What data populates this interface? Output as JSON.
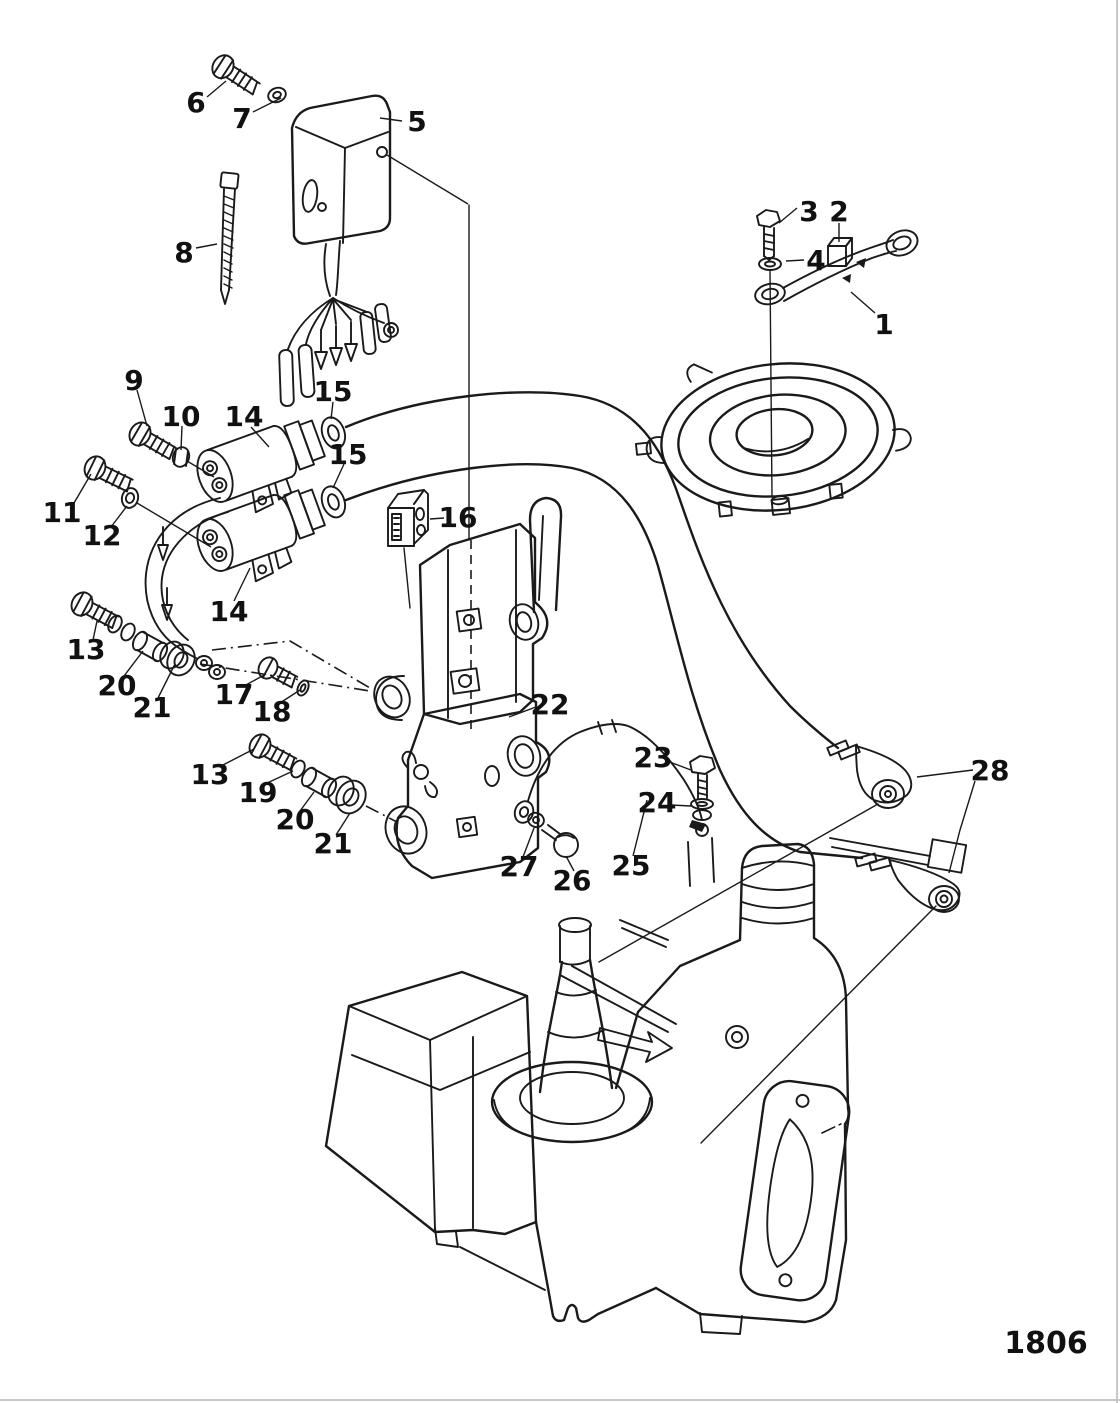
{
  "page": {
    "page_number": "1806",
    "background": "#ffffff",
    "ink_color": "#1a1a1a",
    "edge_color": "#c9c9c9",
    "description": "Exploded-view line-art parts diagram of outboard motor electrical components with numbered callouts"
  },
  "callouts": [
    {
      "label": "6"
    },
    {
      "label": "7"
    },
    {
      "label": "5"
    },
    {
      "label": "8"
    },
    {
      "label": "3"
    },
    {
      "label": "2"
    },
    {
      "label": "4"
    },
    {
      "label": "1"
    },
    {
      "label": "9"
    },
    {
      "label": "10"
    },
    {
      "label": "14"
    },
    {
      "label": "15"
    },
    {
      "label": "15"
    },
    {
      "label": "11"
    },
    {
      "label": "12"
    },
    {
      "label": "14"
    },
    {
      "label": "16"
    },
    {
      "label": "13"
    },
    {
      "label": "20"
    },
    {
      "label": "21"
    },
    {
      "label": "17"
    },
    {
      "label": "18"
    },
    {
      "label": "22"
    },
    {
      "label": "13"
    },
    {
      "label": "19"
    },
    {
      "label": "20"
    },
    {
      "label": "21"
    },
    {
      "label": "23"
    },
    {
      "label": "24"
    },
    {
      "label": "27"
    },
    {
      "label": "26"
    },
    {
      "label": "25"
    },
    {
      "label": "28"
    }
  ]
}
